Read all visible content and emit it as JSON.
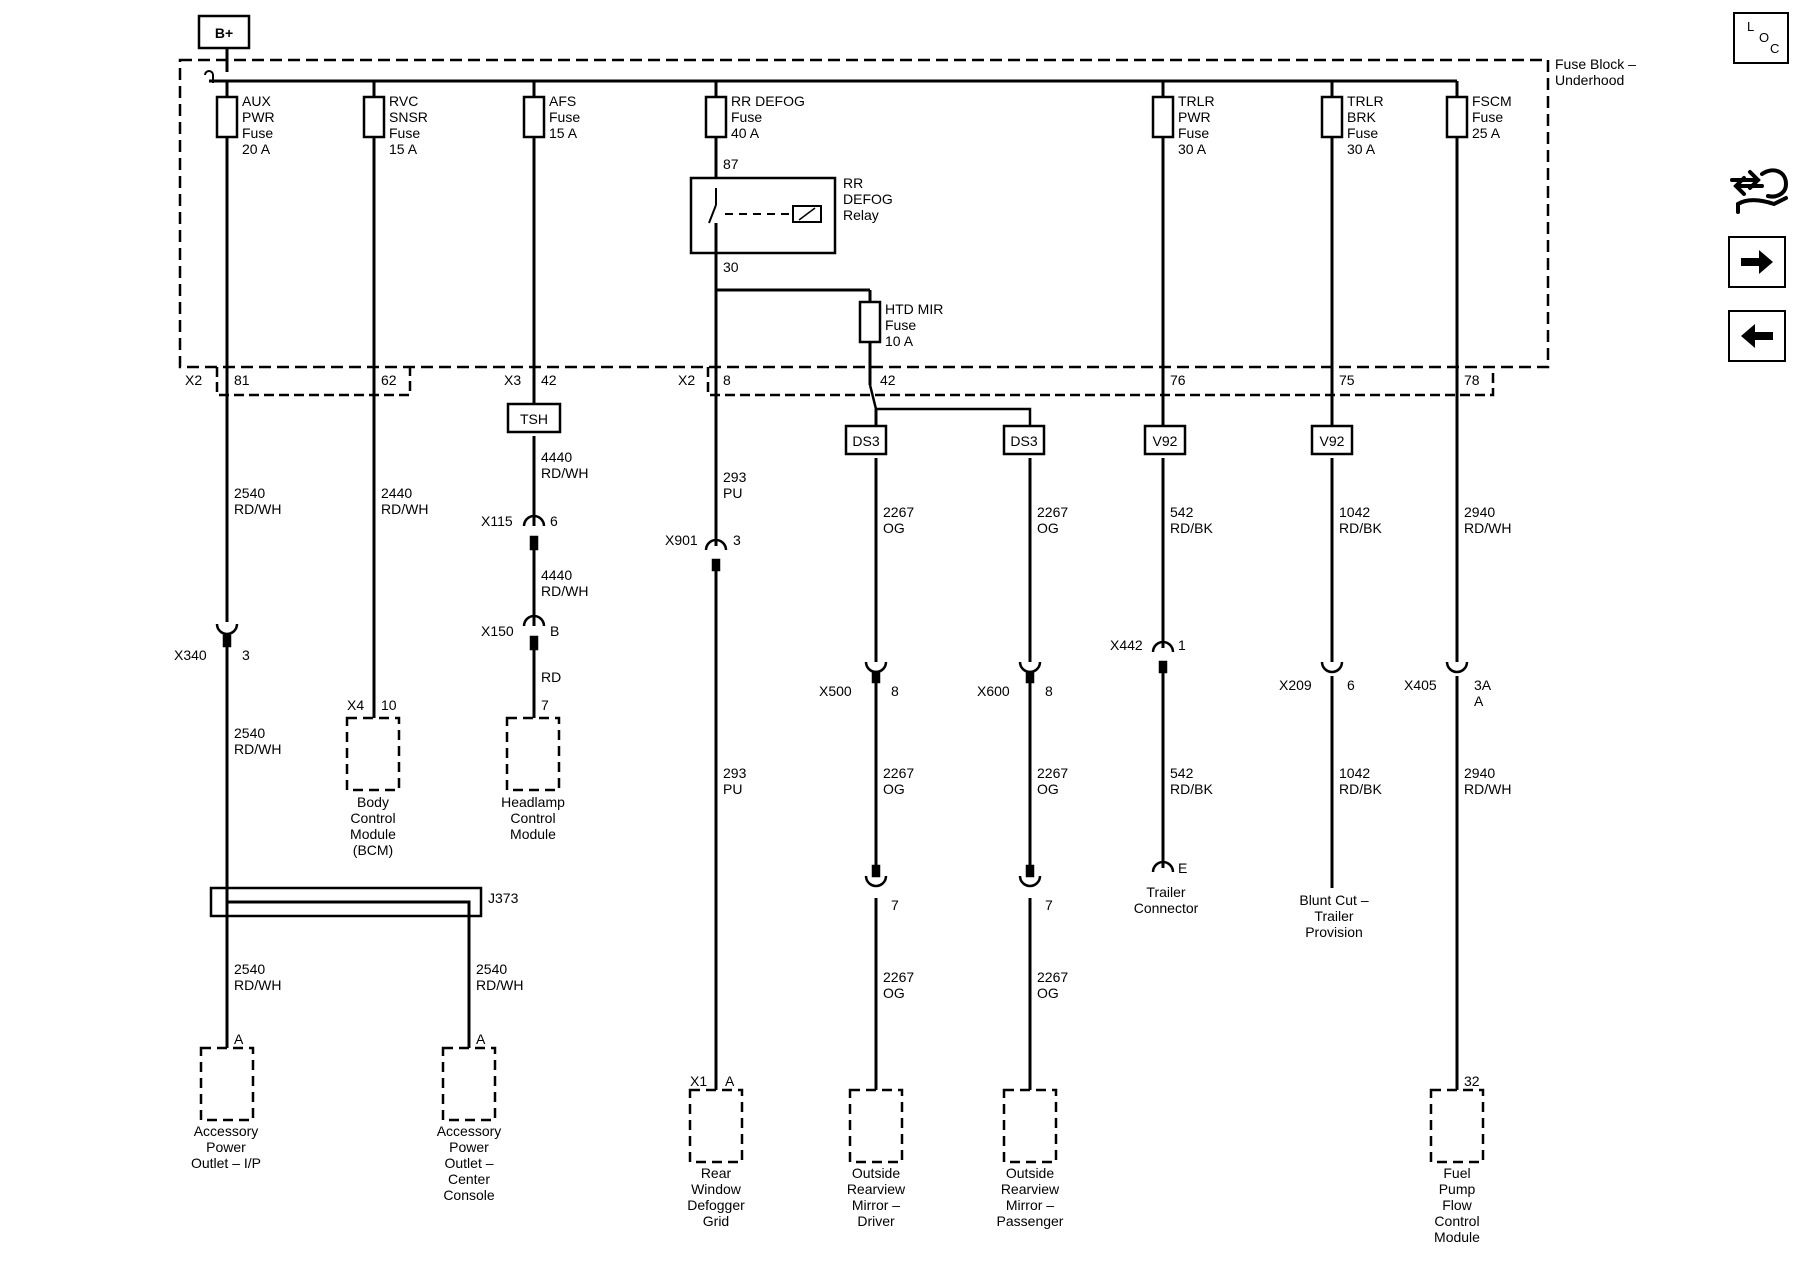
{
  "supply": "B+",
  "fuse_block_label": [
    "Fuse Block –",
    "Underhood"
  ],
  "fuses": [
    {
      "lines": [
        "AUX",
        "PWR",
        "Fuse",
        "20 A"
      ]
    },
    {
      "lines": [
        "RVC",
        "SNSR",
        "Fuse",
        "15 A"
      ]
    },
    {
      "lines": [
        "AFS",
        "Fuse",
        "15 A"
      ]
    },
    {
      "lines": [
        "RR DEFOG",
        "Fuse",
        "40 A"
      ]
    },
    {
      "lines": [
        "TRLR",
        "PWR",
        "Fuse",
        "30 A"
      ]
    },
    {
      "lines": [
        "TRLR",
        "BRK",
        "Fuse",
        "30 A"
      ]
    },
    {
      "lines": [
        "FSCM",
        "Fuse",
        "25 A"
      ]
    }
  ],
  "relay": {
    "lines": [
      "RR",
      "DEFOG",
      "Relay"
    ],
    "pin_in": "87",
    "pin_out": "30"
  },
  "htd_mir_fuse": [
    "HTD MIR",
    "Fuse",
    "10 A"
  ],
  "connector_x2": "X2",
  "connector_x3": "X3",
  "block_pins": [
    "81",
    "62",
    "42",
    "8",
    "42",
    "76",
    "75",
    "78"
  ],
  "splice_tags": [
    "TSH",
    "DS3",
    "DS3",
    "V92",
    "V92"
  ],
  "wires": [
    [
      "2540",
      "RD/WH"
    ],
    [
      "2440",
      "RD/WH"
    ],
    [
      "4440",
      "RD/WH"
    ],
    [
      "4440",
      "RD/WH"
    ],
    [
      "RD"
    ],
    [
      "293",
      "PU"
    ],
    [
      "293",
      "PU"
    ],
    [
      "2267",
      "OG"
    ],
    [
      "2267",
      "OG"
    ],
    [
      "2267",
      "OG"
    ],
    [
      "2267",
      "OG"
    ],
    [
      "2267",
      "OG"
    ],
    [
      "2267",
      "OG"
    ],
    [
      "542",
      "RD/BK"
    ],
    [
      "542",
      "RD/BK"
    ],
    [
      "1042",
      "RD/BK"
    ],
    [
      "1042",
      "RD/BK"
    ],
    [
      "2940",
      "RD/WH"
    ],
    [
      "2940",
      "RD/WH"
    ],
    [
      "2540",
      "RD/WH"
    ],
    [
      "2540",
      "RD/WH"
    ],
    [
      "2540",
      "RD/WH"
    ]
  ],
  "inline_connectors": [
    {
      "name": "X340",
      "pin": "3"
    },
    {
      "name": "X115",
      "pin": "6"
    },
    {
      "name": "X150",
      "pin": "B"
    },
    {
      "name": "X901",
      "pin": "3"
    },
    {
      "name": "X500",
      "pin": "8"
    },
    {
      "name": "",
      "pin": "7"
    },
    {
      "name": "X600",
      "pin": "8"
    },
    {
      "name": "",
      "pin": "7"
    },
    {
      "name": "X442",
      "pin": "1"
    },
    {
      "name": "X209",
      "pin": "6"
    },
    {
      "name": "X405",
      "pin": "3A"
    }
  ],
  "x405_subpin": "A",
  "splice_block": "J373",
  "component_pins": [
    {
      "name": "X4",
      "pin": "10"
    },
    {
      "name": "",
      "pin": "7"
    },
    {
      "name": "",
      "pin": "A"
    },
    {
      "name": "",
      "pin": "A"
    },
    {
      "name": "X1",
      "pin": "A"
    },
    {
      "name": "",
      "pin": "32"
    }
  ],
  "trailer_pin": "E",
  "components": [
    {
      "lines": [
        "Body",
        "Control",
        "Module",
        "(BCM)"
      ]
    },
    {
      "lines": [
        "Headlamp",
        "Control",
        "Module"
      ]
    },
    {
      "lines": [
        "Accessory",
        "Power",
        "Outlet – I/P"
      ]
    },
    {
      "lines": [
        "Accessory",
        "Power",
        "Outlet –",
        "Center",
        "Console"
      ]
    },
    {
      "lines": [
        "Rear",
        "Window",
        "Defogger",
        "Grid"
      ]
    },
    {
      "lines": [
        "Outside",
        "Rearview",
        "Mirror –",
        "Driver"
      ]
    },
    {
      "lines": [
        "Outside",
        "Rearview",
        "Mirror –",
        "Passenger"
      ]
    },
    {
      "lines": [
        "Trailer",
        "Connector"
      ]
    },
    {
      "lines": [
        "Blunt Cut –",
        "Trailer",
        "Provision"
      ]
    },
    {
      "lines": [
        "Fuel",
        "Pump",
        "Flow",
        "Control",
        "Module"
      ]
    }
  ],
  "side_nav": {
    "loc": [
      "L",
      "O",
      "C"
    ],
    "icons": [
      "harness-icon",
      "arrow-right-icon",
      "arrow-left-icon"
    ]
  }
}
